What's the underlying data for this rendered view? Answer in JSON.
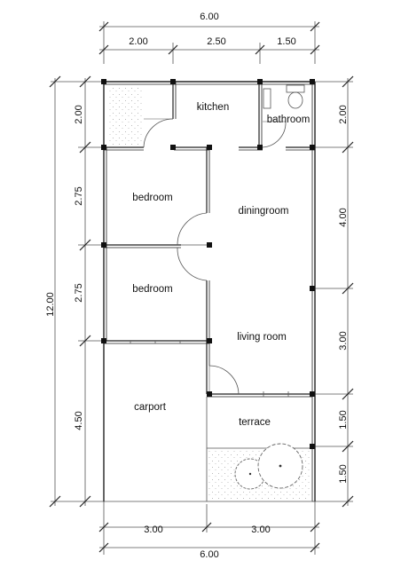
{
  "dimensions": {
    "top_total": "6.00",
    "top_segments": [
      "2.00",
      "2.50",
      "1.50"
    ],
    "bottom_total": "6.00",
    "bottom_segments": [
      "3.00",
      "3.00"
    ],
    "left_total": "12.00",
    "left_segments": [
      "2.00",
      "2.75",
      "2.75",
      "4.50"
    ],
    "right_segments": [
      "2.00",
      "4.00",
      "3.00",
      "1.50",
      "1.50"
    ]
  },
  "rooms": {
    "kitchen": "kitchen",
    "bathroom": "bathroom",
    "bedroom_1": "bedroom",
    "bedroom_2": "bedroom",
    "diningroom": "diningroom",
    "living_room": "living room",
    "carport": "carport",
    "terrace": "terrace"
  }
}
